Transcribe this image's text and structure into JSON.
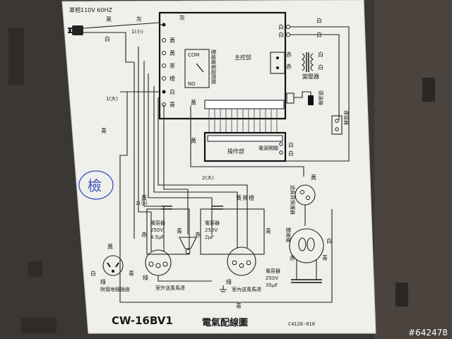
{
  "power_supply": "單相110V 60HZ",
  "wire_colors": {
    "black": "黑",
    "gray": "灰",
    "white": "白",
    "yellow": "黃",
    "brown": "茶",
    "orange": "橙",
    "blue": "青",
    "red": "赤",
    "green": "綠"
  },
  "wire_codes": {
    "c1_small": "1(小)",
    "c1_large": "1(大)",
    "c2_small": "2(小)",
    "c2_large": "2(大)"
  },
  "relay": {
    "title": "壓縮機電磁開關",
    "com": "COM",
    "no": "NO"
  },
  "main_control": "主控部",
  "transformer": "變壓器",
  "temp_sensor": "感溫線",
  "connector": "連接器",
  "operation": "操作部",
  "power_switch": "電源開關",
  "overload_protector": "過負荷保護器",
  "compressor": "壓縮機",
  "cap_outdoor": {
    "label": "電容器",
    "volts": "250V",
    "uf": "4.5μF"
  },
  "cap_indoor": {
    "label": "電容器",
    "volts": "250V",
    "uf": "2μF"
  },
  "cap_comp": {
    "label": "電容器",
    "volts": "250V",
    "uf": "35μF"
  },
  "outdoor_fan": "室外送風馬達",
  "indoor_fan": "室內送風馬達",
  "plug": "附接地極插座",
  "handwritten": "檢",
  "model": "CW-16BV1",
  "diagram_title": "電氣配線圖",
  "doc_code": "C4126-010",
  "watermark": "#642478"
}
